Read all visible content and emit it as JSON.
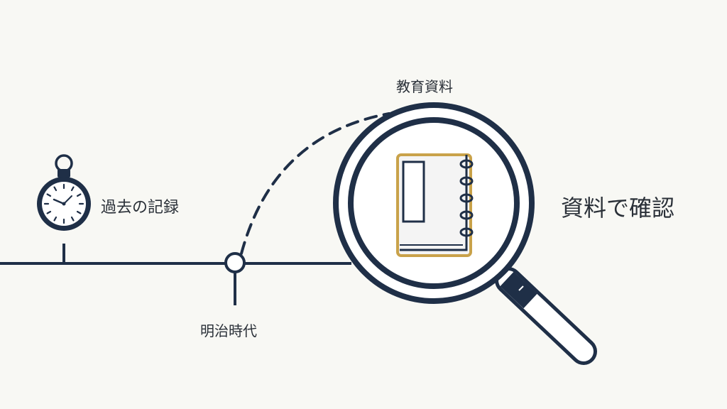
{
  "labels": {
    "past_records": "過去の記録",
    "meiji_era": "明治時代",
    "educational_materials": "教育資料",
    "verify_with_materials": "資料で確認"
  },
  "icons": {
    "pocket_watch": "pocket-watch-icon",
    "magnifier": "magnifying-glass-icon",
    "book": "book-icon"
  },
  "colors": {
    "line": "#1f2f47",
    "book_outline": "#c9a24a",
    "book_fill": "#f2f2f2",
    "text": "#2a3038",
    "background": "#f8f8f4"
  }
}
